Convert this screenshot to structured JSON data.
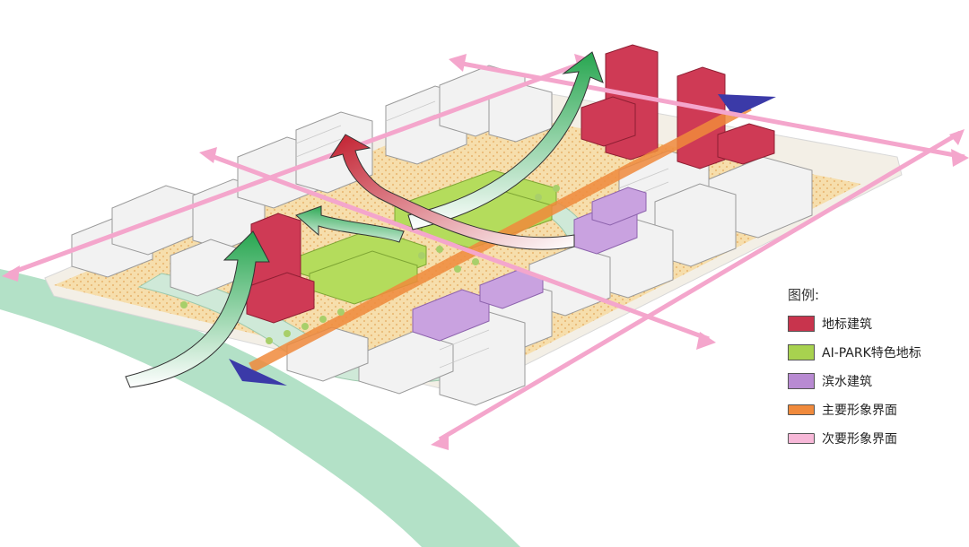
{
  "legend": {
    "title": "图例:",
    "items": [
      {
        "label": "地标建筑",
        "color": "#c8344d",
        "kind": "block"
      },
      {
        "label": "AI-PARK特色地标",
        "color": "#a8d24f",
        "kind": "block"
      },
      {
        "label": "滨水建筑",
        "color": "#b88ad2",
        "kind": "block"
      },
      {
        "label": "主要形象界面",
        "color": "#f08a3c",
        "kind": "bar"
      },
      {
        "label": "次要形象界面",
        "color": "#f7b8d8",
        "kind": "bar"
      }
    ]
  },
  "colors": {
    "landmark": "#c8344d",
    "aipark": "#a8d24f",
    "waterfront": "#b88ad2",
    "primary_interface": "#f08a3c",
    "secondary_interface": "#f4a6cc",
    "river": "#8fd0ad",
    "ground": "#f6deaa",
    "building": "#eeeeee",
    "view_arrow_green": "#2fae5a",
    "view_arrow_red": "#c21f2f",
    "view_arrow_blue": "#3b3aa8"
  }
}
